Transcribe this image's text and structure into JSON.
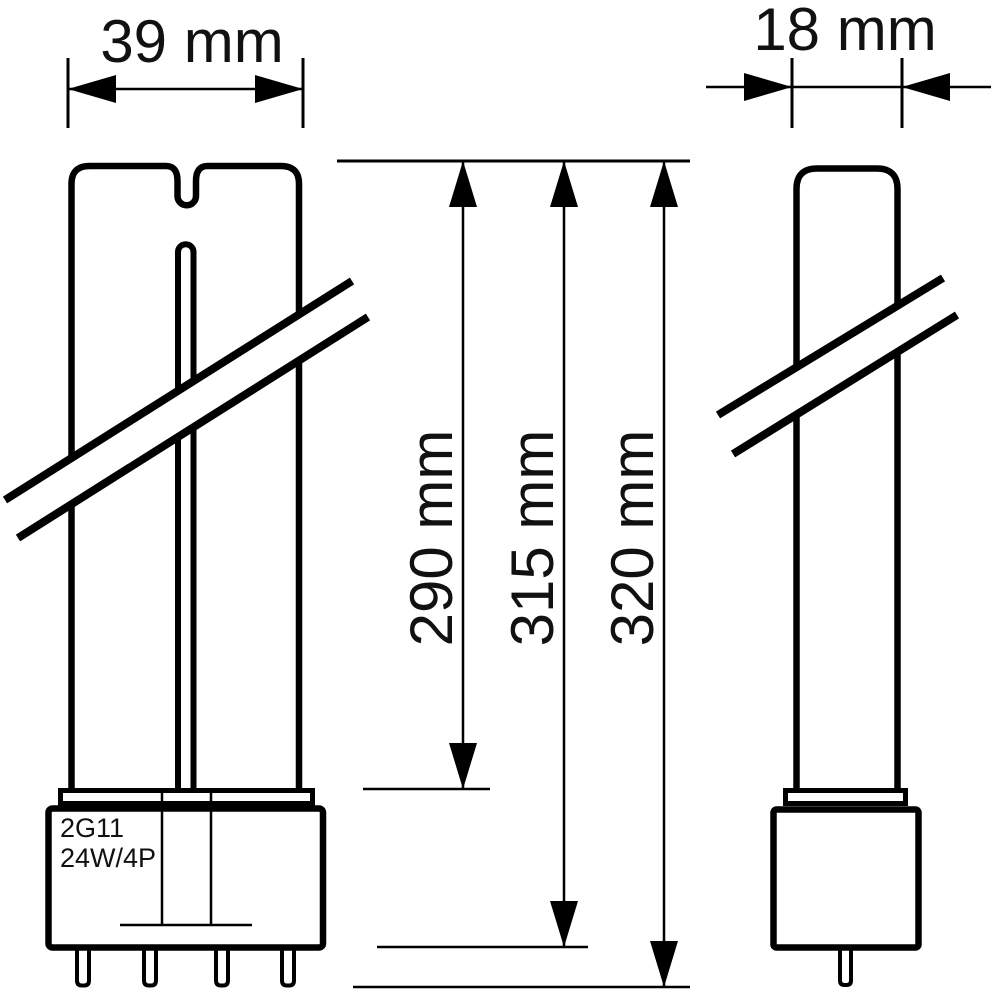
{
  "colors": {
    "ink": "#000000",
    "background": "#ffffff",
    "text": "#111111"
  },
  "front_view": {
    "width_label": "39 mm",
    "base_text": {
      "line1": "2G11",
      "line2": "24W/4P"
    }
  },
  "side_view": {
    "width_label": "18 mm"
  },
  "length_labels": {
    "tube": "290 mm",
    "to_base": "315 mm",
    "overall": "320 mm"
  }
}
